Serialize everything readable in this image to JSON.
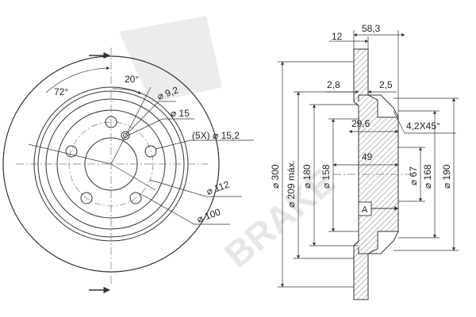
{
  "watermark": {
    "brand_text": "BRAKE",
    "color": "#e6e6e6"
  },
  "front_view": {
    "angle_pcd_label": "72°",
    "angle_small_label": "20°",
    "hole_small_label": "⌀ 9,2",
    "hole_center_label": "⌀ 15",
    "bolt_holes_label": "(5X) ⌀ 15,2",
    "dia_112_label": "⌀ 112",
    "dia_100_label": "⌀ 100"
  },
  "side_view": {
    "width_total_label": "58,3",
    "disc_thickness_label": "12",
    "hat_left_label": "2,8",
    "hat_right_label": "2,5",
    "depth_label": "29,6",
    "chamfer_label": "4,2X45°",
    "offset_label": "49",
    "dia_300_label": "⌀ 300",
    "dia_209_label": "⌀ 209 máx.",
    "dia_180_label": "⌀ 180",
    "dia_158_label": "⌀ 158",
    "dia_67_label": "⌀ 67",
    "dia_168_label": "⌀ 168",
    "dia_190_label": "⌀ 190",
    "datum_label": "A"
  },
  "colors": {
    "line": "#333333",
    "hatch": "#555555",
    "center_line": "#777777"
  }
}
